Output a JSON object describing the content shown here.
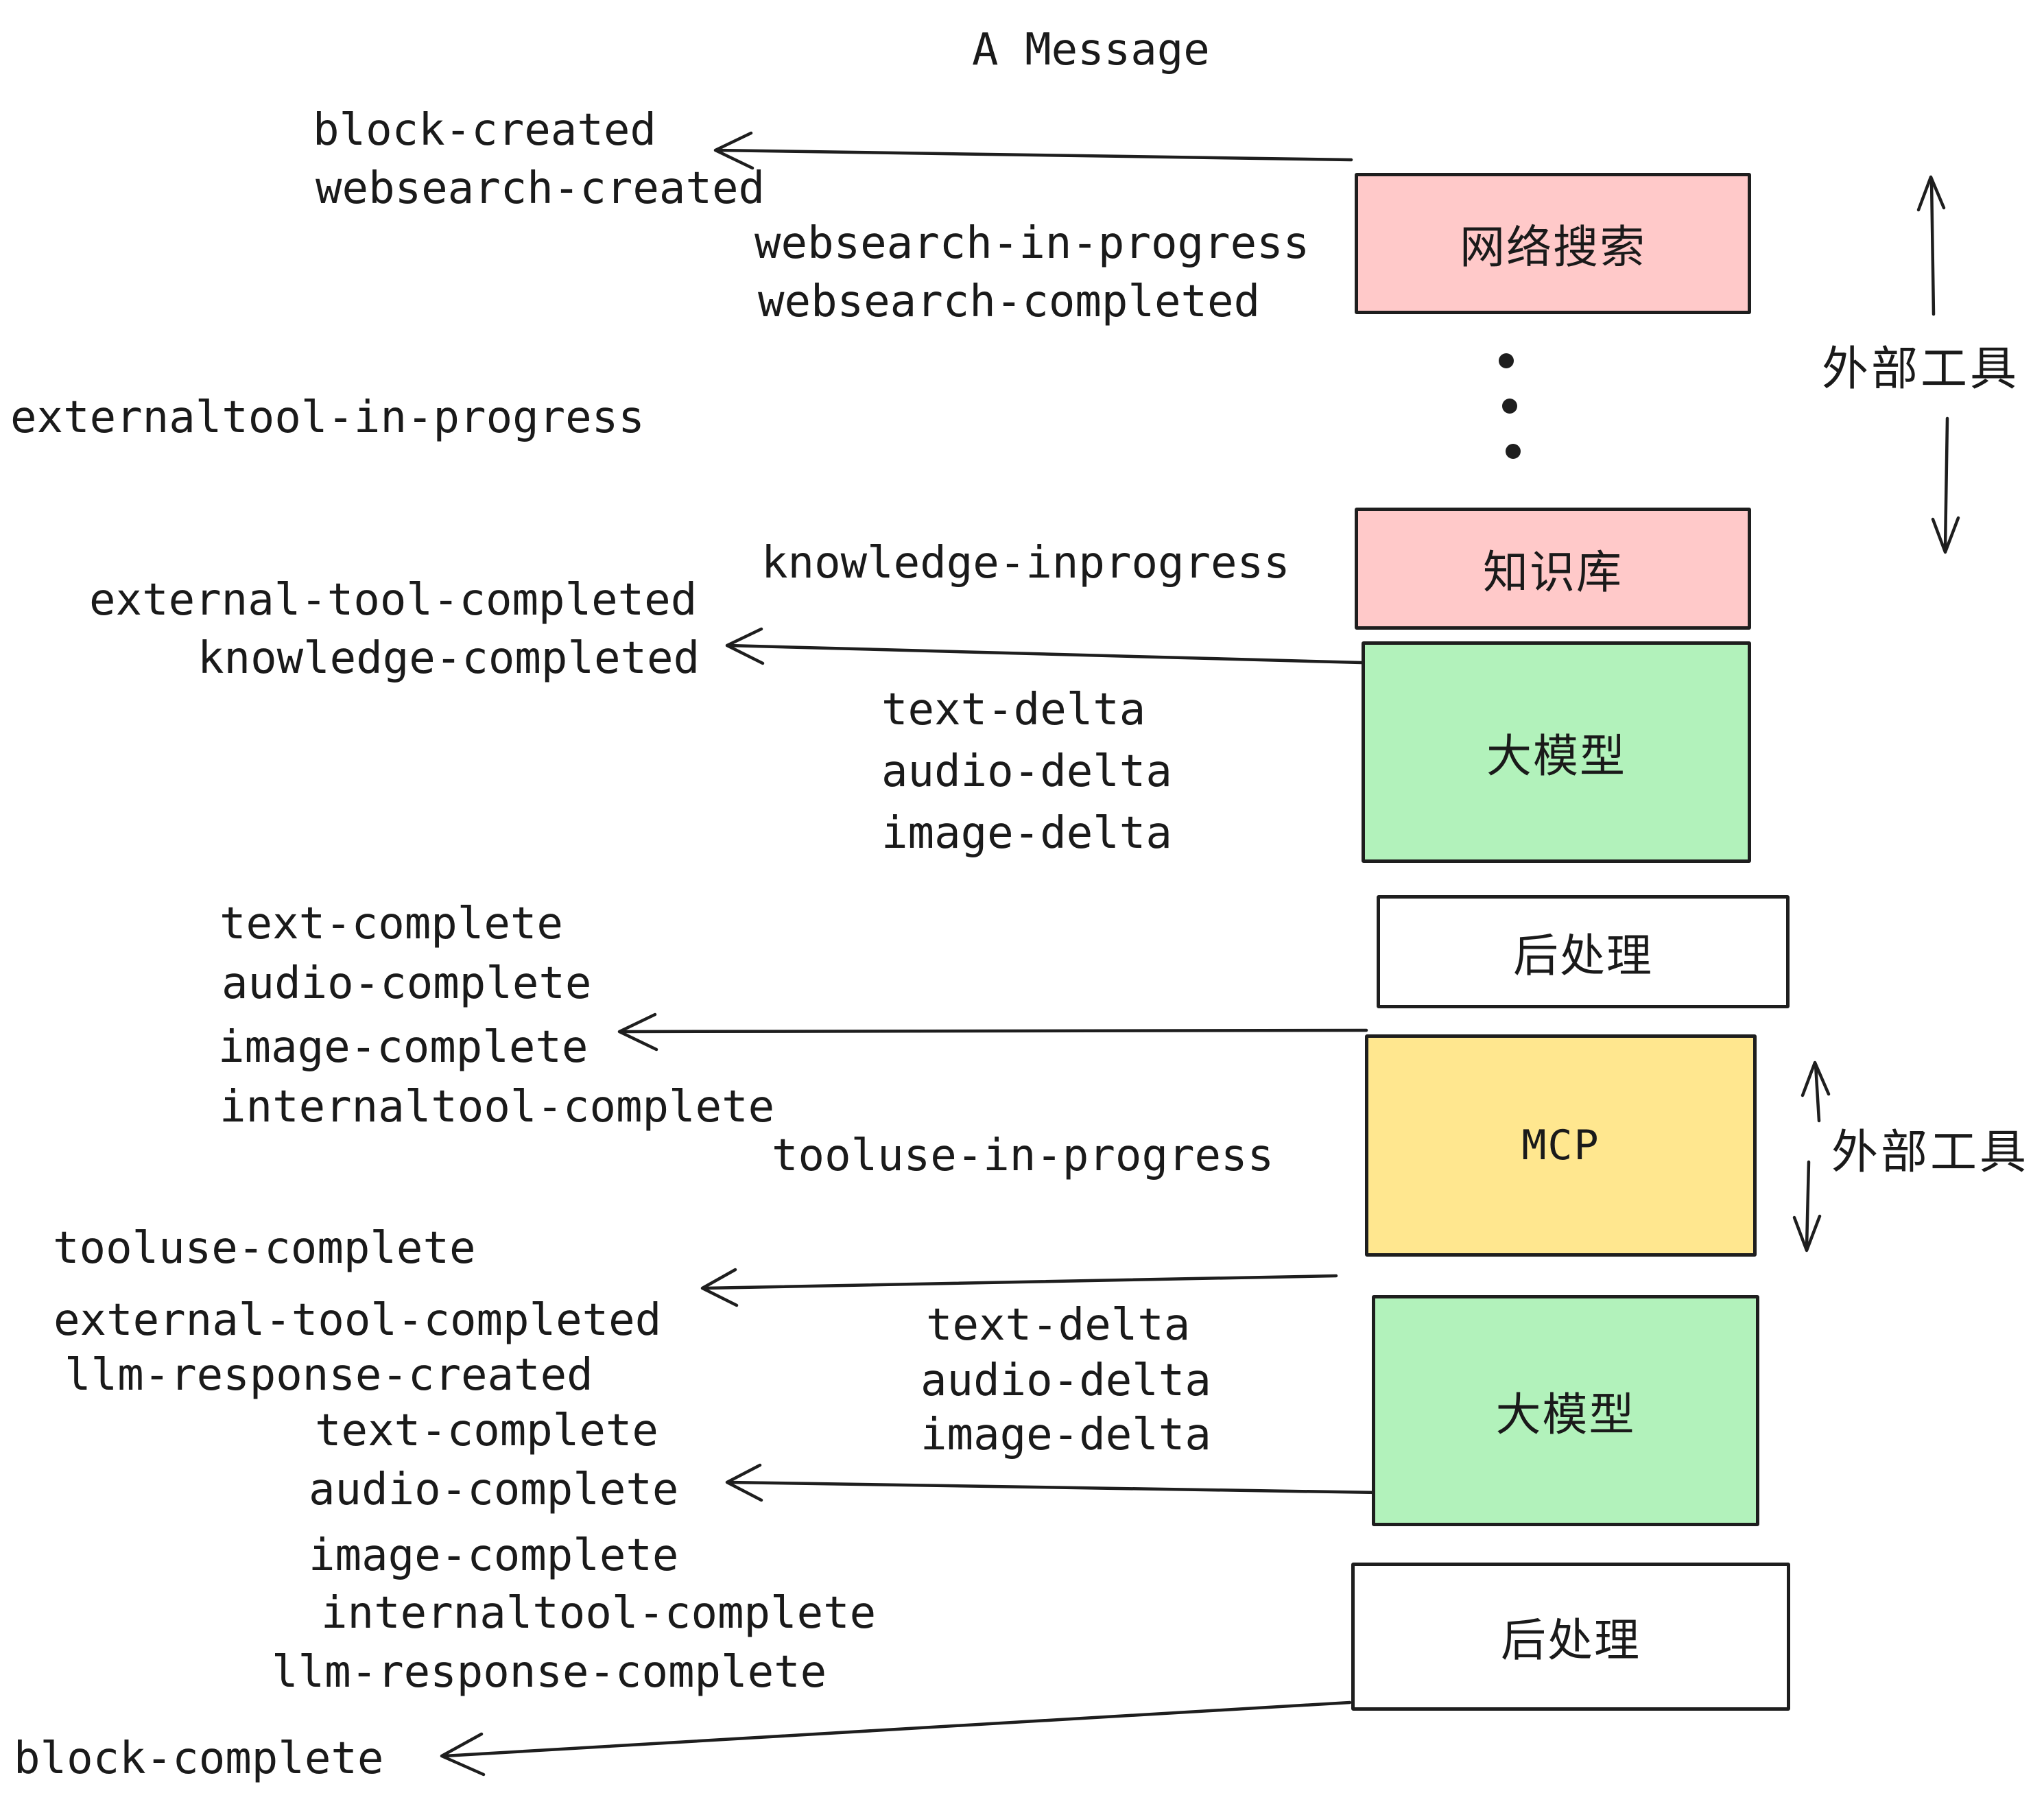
{
  "title": "A Message",
  "colors": {
    "ink": "#1e1e1e",
    "pink_node": "#ffc9c9",
    "green_node": "#b2f2bb",
    "yellow_node": "#ffe78f",
    "white_node": "#ffffff"
  },
  "nodes": {
    "websearch": {
      "label": "网络搜索"
    },
    "knowledge": {
      "label": "知识库"
    },
    "llm1": {
      "label": "大模型"
    },
    "post1": {
      "label": "后处理"
    },
    "mcp": {
      "label": "MCP"
    },
    "llm2": {
      "label": "大模型"
    },
    "post2": {
      "label": "后处理"
    }
  },
  "side_labels": {
    "external_tools_1": "外部工具",
    "external_tools_2": "外部工具"
  },
  "events": {
    "block_created": "block-created",
    "websearch_created": "websearch-created",
    "websearch_in_progress": "websearch-in-progress",
    "websearch_completed": "websearch-completed",
    "externaltool_in_progress": "externaltool-in-progress",
    "knowledge_inprogress": "knowledge-inprogress",
    "external_tool_completed": "external-tool-completed",
    "knowledge_completed": "knowledge-completed",
    "text_delta": "text-delta",
    "audio_delta": "audio-delta",
    "image_delta": "image-delta",
    "text_complete": "text-complete",
    "audio_complete": "audio-complete",
    "image_complete": "image-complete",
    "internaltool_complete": "internaltool-complete",
    "tooluse_in_progress": "tooluse-in-progress",
    "tooluse_complete": "tooluse-complete",
    "external_tool_completed_2": "external-tool-completed",
    "llm_response_created": "llm-response-created",
    "text_delta_2": "text-delta",
    "audio_delta_2": "audio-delta",
    "image_delta_2": "image-delta",
    "text_complete_2": "text-complete",
    "audio_complete_2": "audio-complete",
    "image_complete_2": "image-complete",
    "internaltool_complete_2": "internaltool-complete",
    "llm_response_complete": "llm-response-complete",
    "block_complete": "block-complete"
  }
}
